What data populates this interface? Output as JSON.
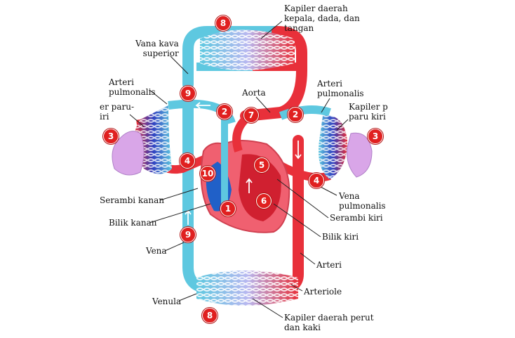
{
  "labels": {
    "kapiler_atas": "Kapiler daerah\nkepala, dada, dan\ntangan",
    "vana_kava_superior": "Vana kava\nsuperior",
    "arteri_pulmonalis_kiri": "Arteri\npulmonalis",
    "arteri_pulmonalis_kanan": "Arteri\npulmonalis",
    "aorta": "Aorta",
    "kapiler_paru_kiri": "er paru-\niri",
    "kapiler_paru_kanan": "Kapiler p\nparu kiri",
    "serambi_kanan": "Serambi kanan",
    "bilik_kanan": "Bilik kanan",
    "vena_pulmonalis": "Vena\npulmonalis",
    "serambi_kiri": "Serambi kiri",
    "bilik_kiri": "Bilik kiri",
    "vena": "Vena",
    "arteri": "Arteri",
    "venula": "Venula",
    "arteriole": "Arteriole",
    "kapiler_bawah": "Kapiler daerah perut\ndan kaki"
  },
  "badges": {
    "b8_top": "8",
    "b9_top": "9",
    "b2_left": "2",
    "b7": "7",
    "b2_right": "2",
    "b3_left": "3",
    "b3_right": "3",
    "b4_left": "4",
    "b10": "10",
    "b5": "5",
    "b4_right": "4",
    "b6": "6",
    "b1": "1",
    "b9_bottom": "9",
    "b8_bottom": "8"
  },
  "colors": {
    "oxygenated": "#e8303a",
    "deoxygenated": "#5ec8e0",
    "vein_blue": "#2060c8",
    "lung": "#d9a6e8",
    "heart": "#f06070",
    "badge": "#e02020"
  }
}
